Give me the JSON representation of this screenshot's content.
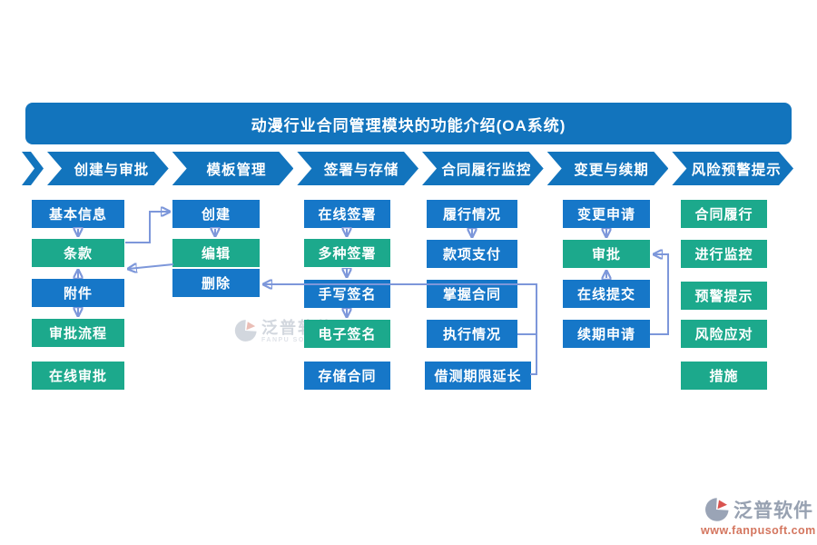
{
  "title": "动漫行业合同管理模块的功能介绍(OA系统)",
  "lanes": [
    {
      "header": "创建与审批",
      "items": [
        {
          "label": "基本信息",
          "color": "blue"
        },
        {
          "label": "条款",
          "color": "green"
        },
        {
          "label": "附件",
          "color": "blue"
        },
        {
          "label": "审批流程",
          "color": "green"
        },
        {
          "label": "在线审批",
          "color": "green"
        }
      ]
    },
    {
      "header": "模板管理",
      "items": [
        {
          "label": "创建",
          "color": "blue"
        },
        {
          "label": "编辑",
          "color": "green"
        },
        {
          "label": "删除",
          "color": "blue"
        }
      ]
    },
    {
      "header": "签署与存储",
      "items": [
        {
          "label": "在线签署",
          "color": "blue"
        },
        {
          "label": "多种签署",
          "color": "green"
        },
        {
          "label": "手写签名",
          "color": "blue"
        },
        {
          "label": "电子签名",
          "color": "green"
        },
        {
          "label": "存储合同",
          "color": "blue"
        }
      ]
    },
    {
      "header": "合同履行监控",
      "items": [
        {
          "label": "履行情况",
          "color": "blue"
        },
        {
          "label": "款项支付",
          "color": "blue"
        },
        {
          "label": "掌握合同",
          "color": "blue"
        },
        {
          "label": "执行情况",
          "color": "blue"
        },
        {
          "label": "借测期限延长",
          "color": "blue"
        }
      ]
    },
    {
      "header": "变更与续期",
      "items": [
        {
          "label": "变更申请",
          "color": "blue"
        },
        {
          "label": "审批",
          "color": "green"
        },
        {
          "label": "在线提交",
          "color": "blue"
        },
        {
          "label": "续期申请",
          "color": "blue"
        }
      ]
    },
    {
      "header": "风险预警提示",
      "items": [
        {
          "label": "合同履行",
          "color": "green"
        },
        {
          "label": "进行监控",
          "color": "green"
        },
        {
          "label": "预警提示",
          "color": "green"
        },
        {
          "label": "风险应对",
          "color": "green"
        },
        {
          "label": "措施",
          "color": "green"
        }
      ]
    }
  ],
  "watermark_center": {
    "name": "泛普软件",
    "name_en": "FANPU SOFTWARE"
  },
  "watermark_corner": {
    "name": "泛普软件",
    "url": "www.fanpusoft.com"
  },
  "colors": {
    "banner-blue": "#1274BD",
    "box-blue": "#1677C8",
    "box-green": "#1CA98C",
    "connector": "#4472C4",
    "connector-line": "#7D97DA",
    "watermark-gray": "#97A1B1",
    "watermark-red": "#D4765F"
  }
}
